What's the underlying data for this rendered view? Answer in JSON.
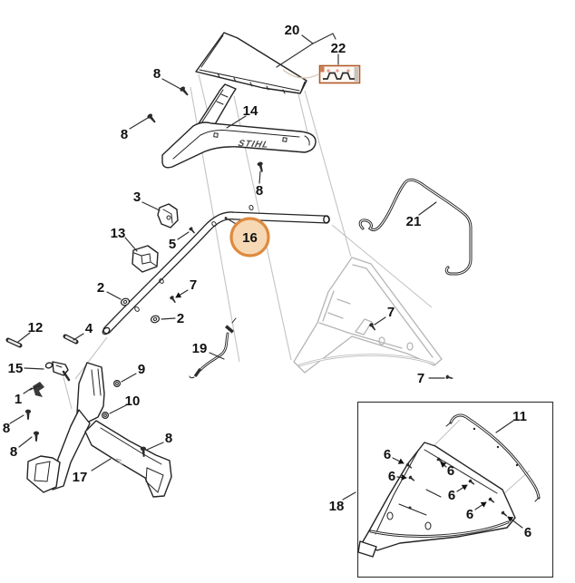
{
  "diagram": {
    "brand_logo": "STIHL",
    "highlight": {
      "label": "16",
      "stroke": "#de8a3f",
      "fill": "#f6d8b4",
      "text_color": "#4a2c12"
    },
    "colors": {
      "line": "#232323",
      "ghost": "#b5b5b5",
      "box22_border": "#b05a28",
      "box22_accent": "#cd7a52",
      "background": "#ffffff"
    },
    "callouts": [
      {
        "id": "20",
        "text": "20"
      },
      {
        "id": "22",
        "text": "22"
      },
      {
        "id": "8a",
        "text": "8"
      },
      {
        "id": "8b",
        "text": "8"
      },
      {
        "id": "14",
        "text": "14"
      },
      {
        "id": "3",
        "text": "3"
      },
      {
        "id": "13",
        "text": "13"
      },
      {
        "id": "5",
        "text": "5"
      },
      {
        "id": "2a",
        "text": "2"
      },
      {
        "id": "7a",
        "text": "7"
      },
      {
        "id": "2b",
        "text": "2"
      },
      {
        "id": "16",
        "text": "16"
      },
      {
        "id": "8c",
        "text": "8"
      },
      {
        "id": "21",
        "text": "21"
      },
      {
        "id": "19",
        "text": "19"
      },
      {
        "id": "12",
        "text": "12"
      },
      {
        "id": "4",
        "text": "4"
      },
      {
        "id": "15",
        "text": "15"
      },
      {
        "id": "1",
        "text": "1"
      },
      {
        "id": "9",
        "text": "9"
      },
      {
        "id": "10",
        "text": "10"
      },
      {
        "id": "8d",
        "text": "8"
      },
      {
        "id": "8e",
        "text": "8"
      },
      {
        "id": "8f",
        "text": "8"
      },
      {
        "id": "17",
        "text": "17"
      },
      {
        "id": "7b",
        "text": "7"
      },
      {
        "id": "7c",
        "text": "7"
      },
      {
        "id": "18",
        "text": "18"
      },
      {
        "id": "11",
        "text": "11"
      },
      {
        "id": "6a",
        "text": "6"
      },
      {
        "id": "6b",
        "text": "6"
      },
      {
        "id": "6c",
        "text": "6"
      },
      {
        "id": "6d",
        "text": "6"
      },
      {
        "id": "6e",
        "text": "6"
      },
      {
        "id": "6f",
        "text": "6"
      }
    ]
  }
}
